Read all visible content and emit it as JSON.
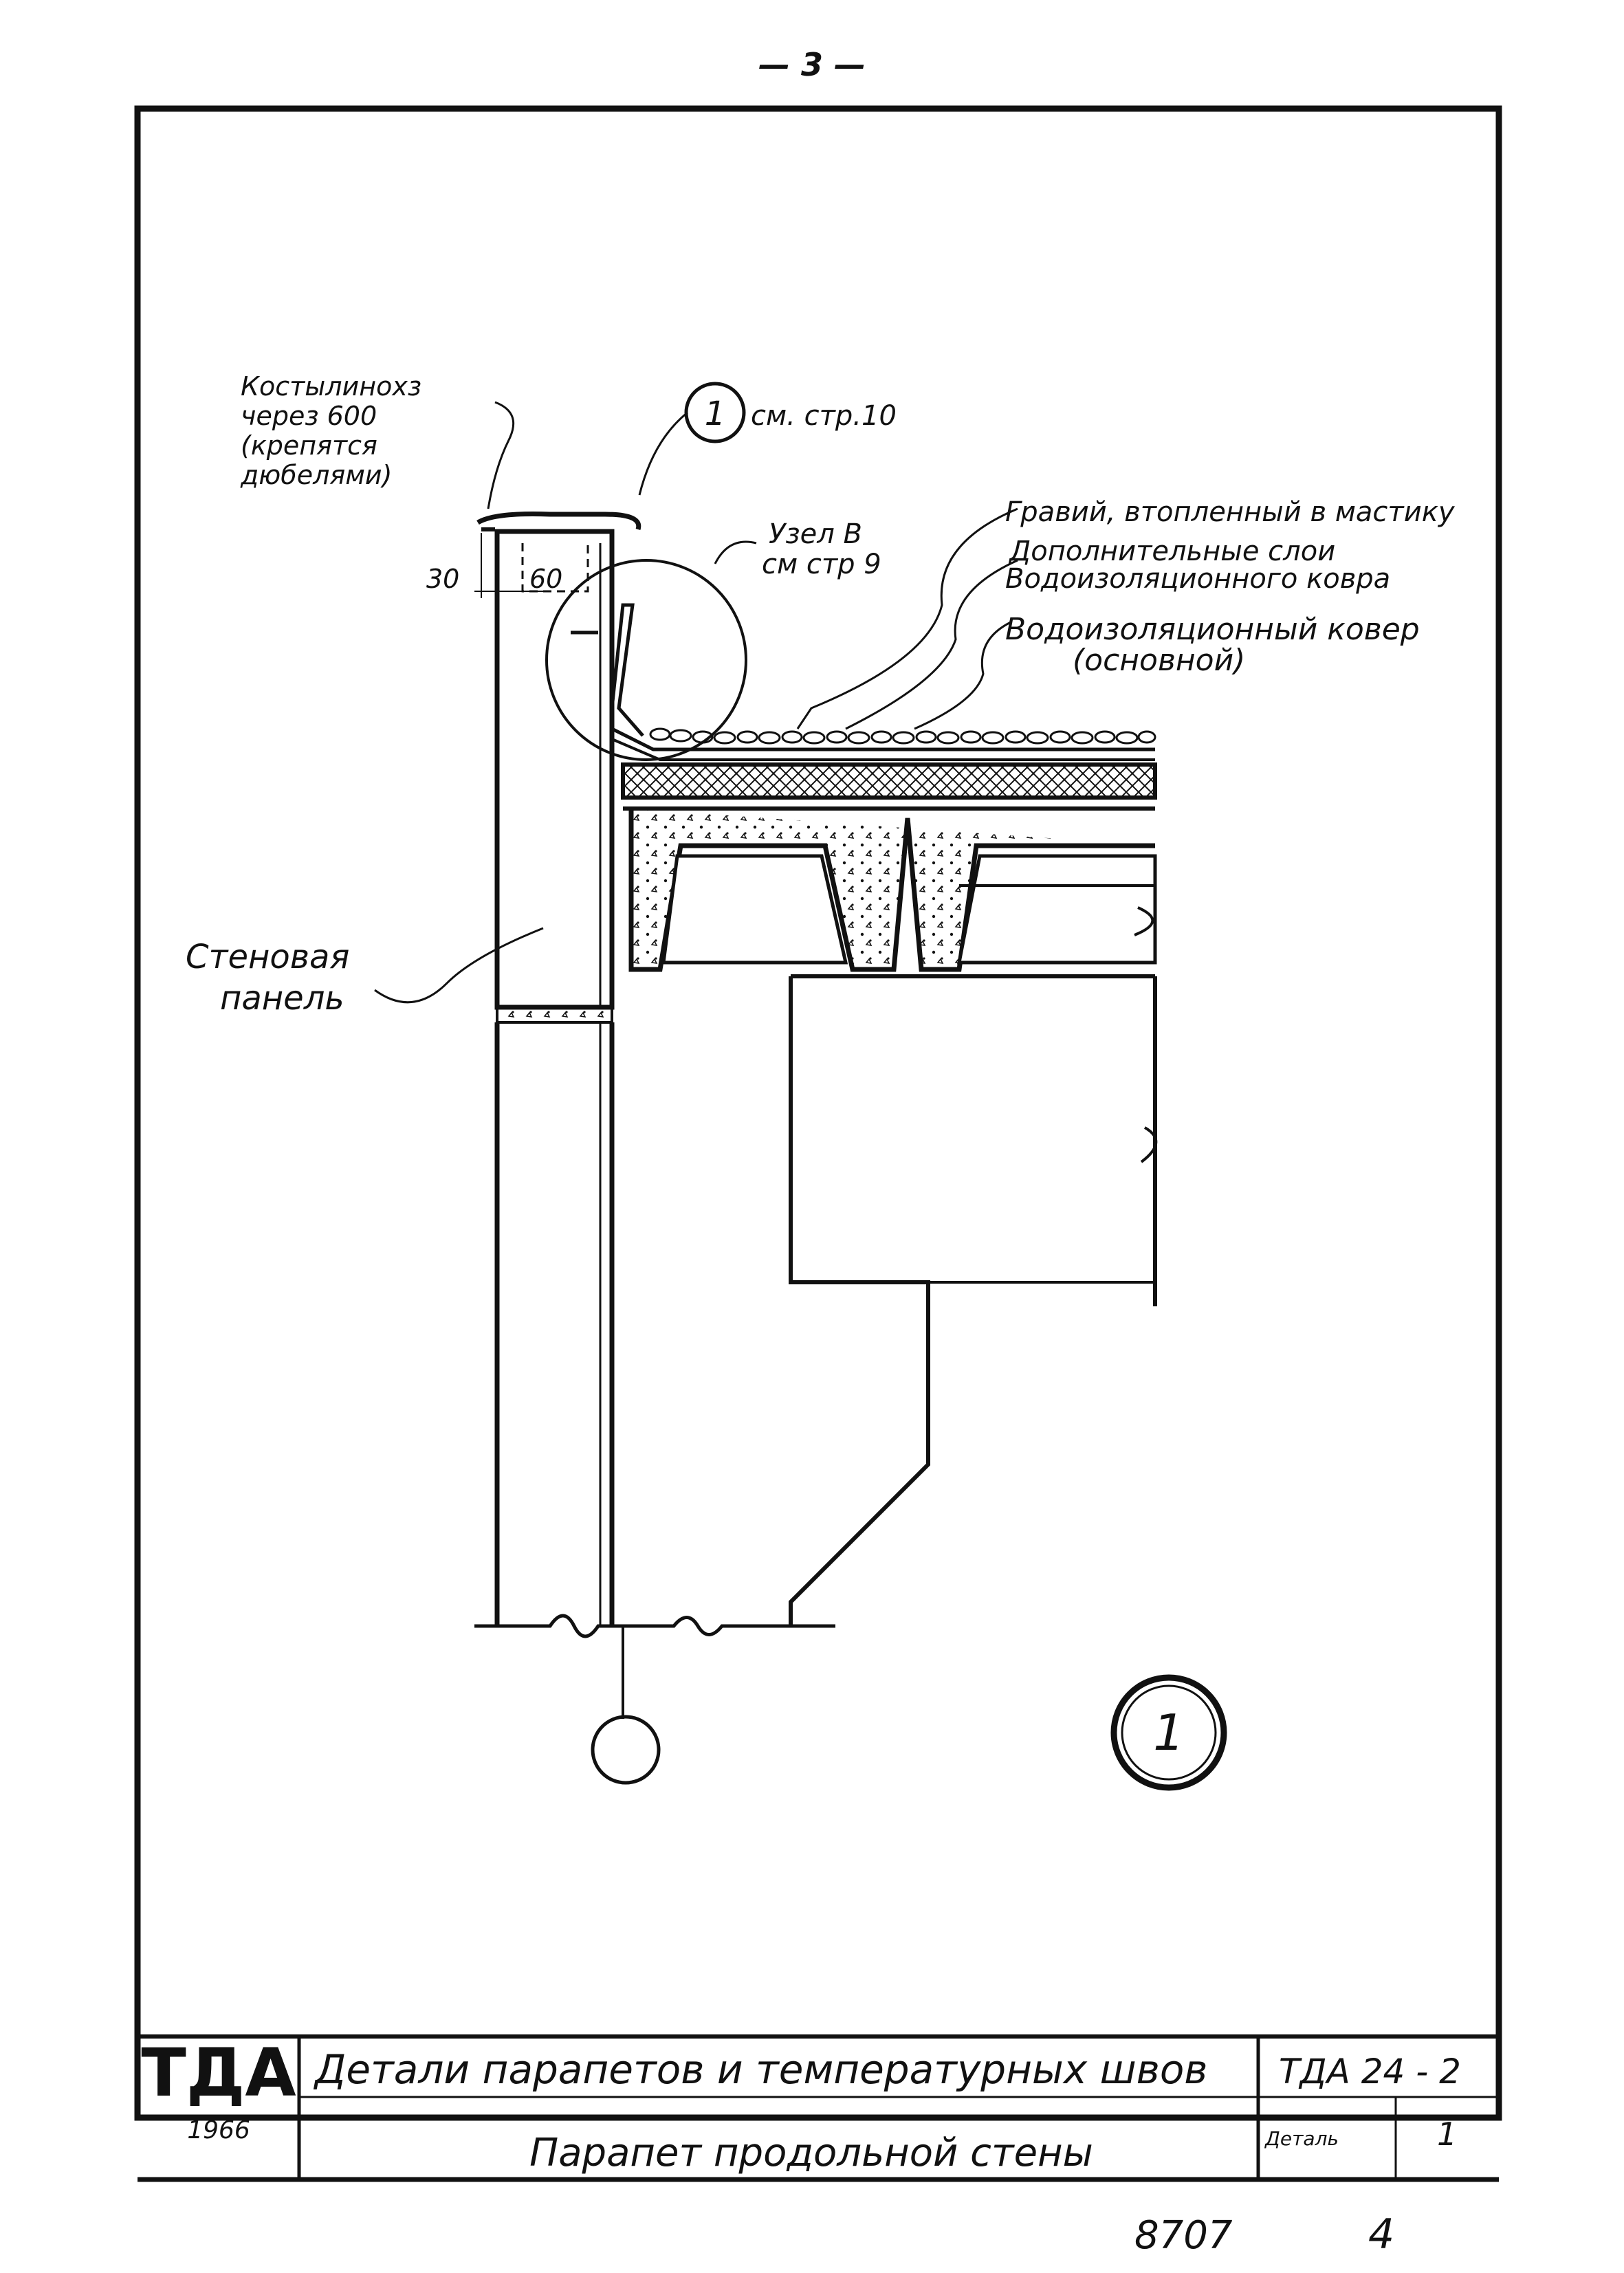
{
  "page_number": "— 3 —",
  "labels": {
    "anchors": [
      "Костылинохз",
      "через 600",
      "(крепятся",
      "дюбелями)"
    ],
    "ref1": "см. стр.10",
    "ref1_number": "1",
    "node_b": [
      "Узел В",
      "см стр 9"
    ],
    "gravel": "Гравий, втопленный в мастику",
    "extra_layers": [
      "Дополнительные слои",
      "Водоизоляционного ковра"
    ],
    "main_carpet": [
      "Водоизоляционный ковер",
      "(основной)"
    ],
    "wall_panel": [
      "Стеновая",
      "панель"
    ],
    "dim_30": "30",
    "dim_60": "60",
    "detail_number": "1"
  },
  "title_block": {
    "logo": "ТДА",
    "year": "1966",
    "title": "Детали парапетов и температурных швов",
    "subtitle": "Парапет продольной стены",
    "code": "ТДА 24 - 2",
    "detail_label": "Деталь",
    "detail_value": "1"
  },
  "stamp_number": "8707",
  "sheet_mark": "4"
}
